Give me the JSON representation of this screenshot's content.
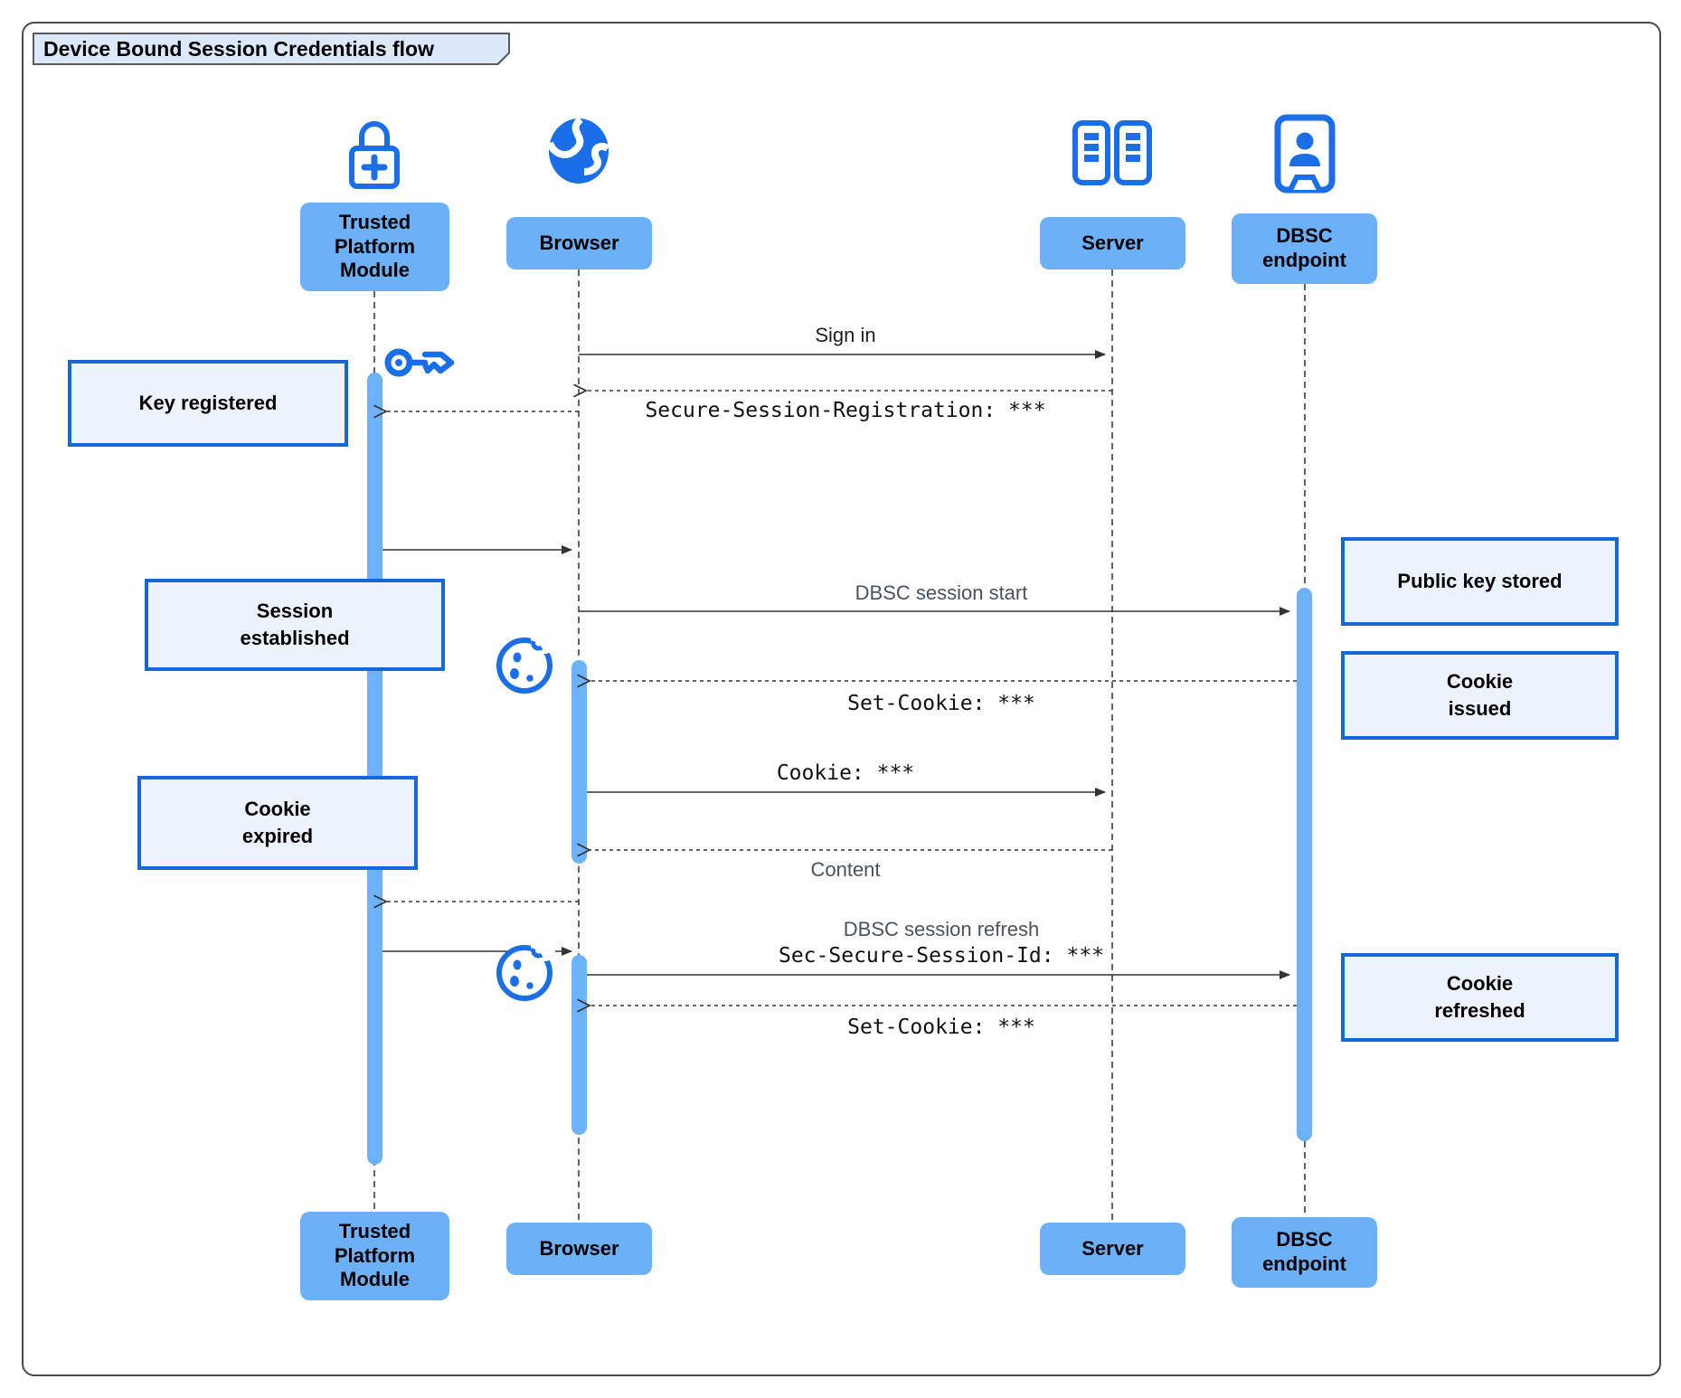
{
  "diagram_title": "Device Bound Session Credentials flow",
  "participants": [
    {
      "id": "tpm",
      "label": "Trusted\nPlatform\nModule",
      "icon": "lock-plus-icon"
    },
    {
      "id": "browser",
      "label": "Browser",
      "icon": "globe-icon"
    },
    {
      "id": "server",
      "label": "Server",
      "icon": "server-racks-icon"
    },
    {
      "id": "dbsc",
      "label": "DBSC\nendpoint",
      "icon": "id-badge-icon"
    }
  ],
  "messages": {
    "sign_in": "Sign in",
    "secure_session_registration": "Secure-Session-Registration: ***",
    "dbsc_session_start": "DBSC session start",
    "set_cookie_first": "Set-Cookie: ***",
    "cookie": "Cookie: ***",
    "content": "Content",
    "dbsc_session_refresh": "DBSC session refresh",
    "sec_secure_session_id": "Sec-Secure-Session-Id: ***",
    "set_cookie_refresh": "Set-Cookie: ***"
  },
  "notes": {
    "key_registered": "Key registered",
    "session_established": "Session\nestablished",
    "cookie_expired": "Cookie\nexpired",
    "public_key_stored": "Public key stored",
    "cookie_issued": "Cookie\nissued",
    "cookie_refreshed": "Cookie\nrefreshed"
  },
  "decorative_icons": [
    "key-icon",
    "cookie-icon",
    "cookie-icon"
  ],
  "colors": {
    "actor_fill": "#6cb0f8",
    "activation_fill": "#6db1f9",
    "icon_blue": "#1a6ee8",
    "note_fill": "#edf3fd",
    "note_border": "#1668d9",
    "title_fill": "#dbe9fb",
    "line": "#333333"
  }
}
